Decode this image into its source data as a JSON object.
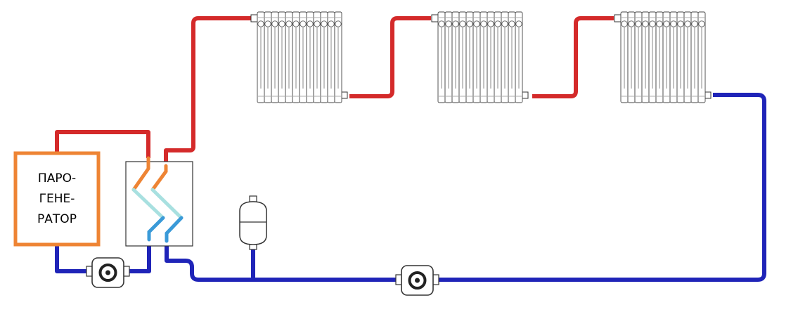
{
  "steam_generator": {
    "label_lines": [
      "ПАРО-",
      "ГЕНЕ-",
      "РАТОР"
    ]
  },
  "colors": {
    "supply_pipe": "#d42a2a",
    "return_pipe": "#1f24b8",
    "generator_outline": "#ee8434",
    "hx_hot_in": "#ee8434",
    "hx_warm": "#a8e0e0",
    "hx_cool_out": "#3a9ad8",
    "outline": "#333333"
  },
  "components": {
    "radiators": [
      "radiator",
      "radiator",
      "radiator"
    ],
    "pumps": [
      "pump",
      "pump"
    ],
    "heat_exchanger": "plate-heat-exchanger",
    "expansion_tank": "expansion-tank"
  }
}
